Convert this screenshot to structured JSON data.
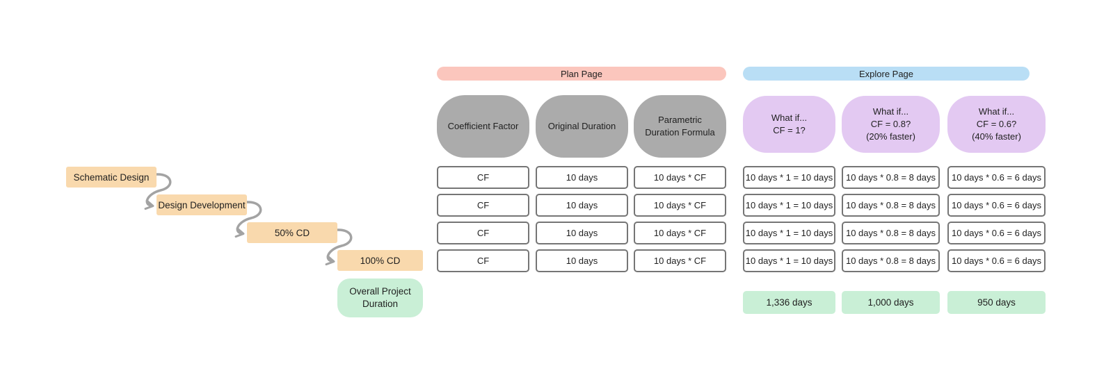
{
  "palette": {
    "step_orange": "#f9d9ad",
    "summary_green": "#c9efd6",
    "plan_pink": "#fbc6bd",
    "explore_blue": "#b9def5",
    "scenario_purple": "#e3c9f2",
    "column_gray": "#ababab",
    "cell_border_gray": "#757575",
    "arrow_gray": "#a3a3a3"
  },
  "workflow": {
    "steps": [
      {
        "label": "Schematic Design"
      },
      {
        "label": "Design Development"
      },
      {
        "label": "50% CD"
      },
      {
        "label": "100% CD"
      }
    ],
    "summary": {
      "label": "Overall Project Duration"
    }
  },
  "plan": {
    "header": "Plan Page",
    "columns": [
      {
        "line1": "Coefficient Factor",
        "line2": ""
      },
      {
        "line1": "Original Duration",
        "line2": ""
      },
      {
        "line1": "Parametric",
        "line2": "Duration Formula"
      }
    ],
    "rows": [
      [
        "CF",
        "10 days",
        "10 days * CF"
      ],
      [
        "CF",
        "10 days",
        "10 days * CF"
      ],
      [
        "CF",
        "10 days",
        "10 days * CF"
      ],
      [
        "CF",
        "10 days",
        "10 days * CF"
      ]
    ]
  },
  "explore": {
    "header": "Explore Page",
    "columns": [
      {
        "line1": "What if...",
        "line2": "CF = 1?",
        "line3": ""
      },
      {
        "line1": "What if...",
        "line2": "CF = 0.8?",
        "line3": "(20% faster)"
      },
      {
        "line1": "What if...",
        "line2": "CF = 0.6?",
        "line3": "(40% faster)"
      }
    ],
    "rows": [
      [
        "10 days * 1 = 10 days",
        "10 days * 0.8 = 8 days",
        "10 days * 0.6 = 6 days"
      ],
      [
        "10 days * 1 = 10 days",
        "10 days * 0.8 = 8 days",
        "10 days * 0.6 = 6 days"
      ],
      [
        "10 days * 1 = 10 days",
        "10 days * 0.8 = 8 days",
        "10 days * 0.6 = 6 days"
      ],
      [
        "10 days * 1 = 10 days",
        "10 days * 0.8 = 8 days",
        "10 days * 0.6 = 6 days"
      ]
    ],
    "totals": [
      "1,336 days",
      "1,000 days",
      "950 days"
    ]
  }
}
